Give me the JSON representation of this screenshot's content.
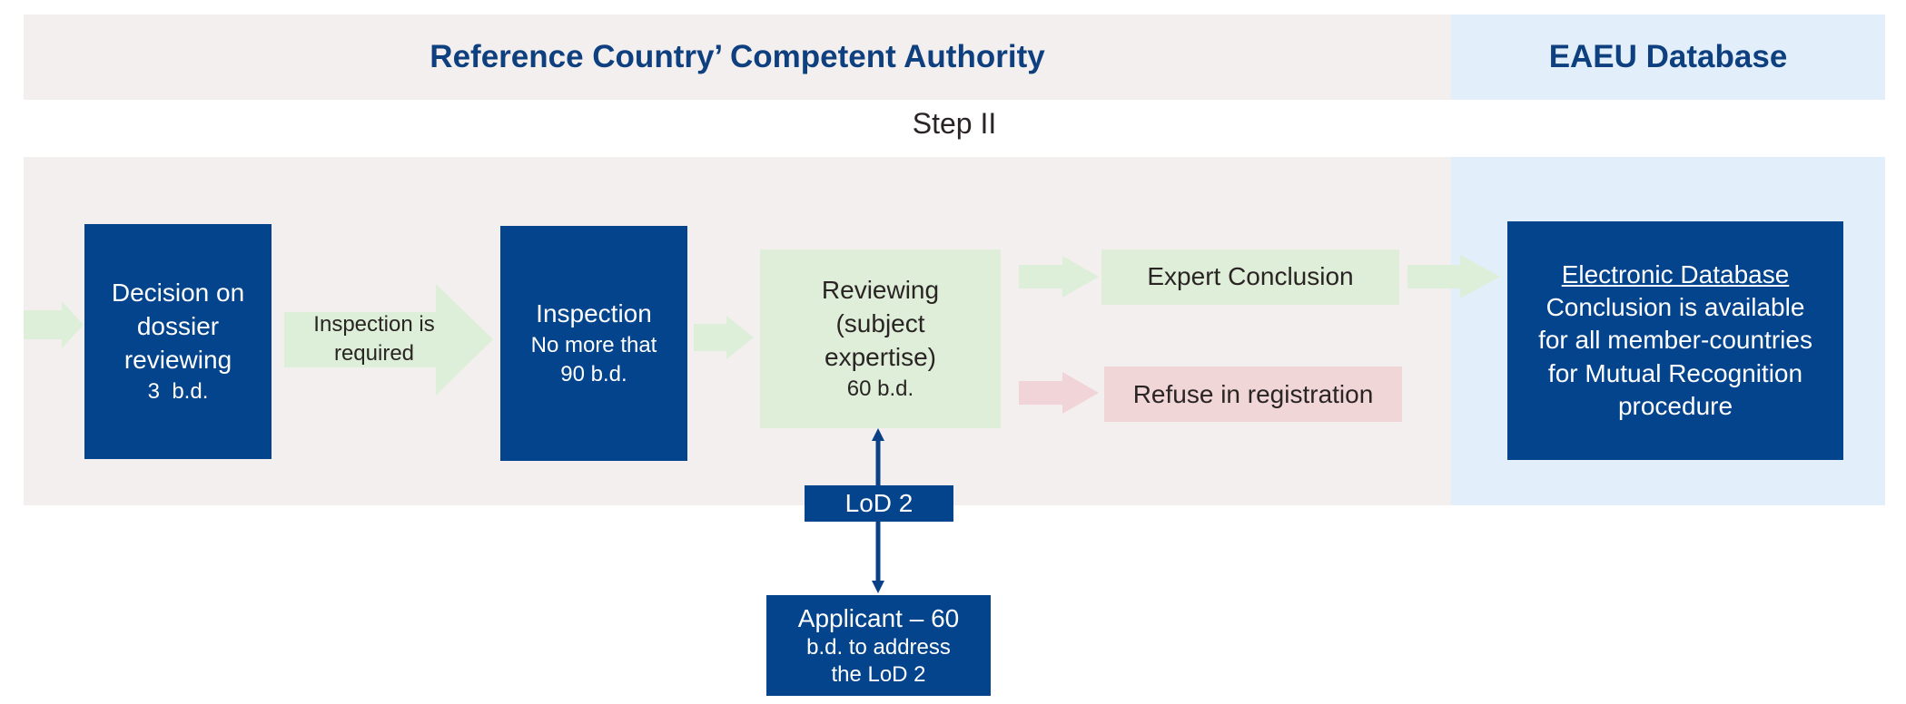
{
  "header": {
    "left_title": "Reference Country’ Competent Authority",
    "right_title": "EAEU Database"
  },
  "step_label": "Step II",
  "boxes": {
    "decision": {
      "lines": [
        "Decision on",
        "dossier",
        "reviewing"
      ],
      "duration": "3  b.d."
    },
    "inspection_required": {
      "lines": [
        "Inspection is",
        "required"
      ]
    },
    "inspection": {
      "title": "Inspection",
      "lines": [
        "No more that",
        "90 b.d."
      ]
    },
    "reviewing": {
      "lines": [
        "Reviewing",
        "(subject",
        "expertise)"
      ],
      "duration": "60 b.d."
    },
    "expert_conclusion": {
      "label": "Expert Conclusion"
    },
    "refuse": {
      "label": "Refuse in registration"
    },
    "electronic_db": {
      "title": "Electronic Database",
      "lines": [
        "Conclusion is available",
        "for all member-countries",
        "for Mutual Recognition",
        "procedure"
      ]
    },
    "lod": {
      "label": "LoD 2"
    },
    "applicant": {
      "lines": [
        "Applicant – 60",
        "b.d. to address",
        "the LoD 2"
      ]
    }
  },
  "colors": {
    "header_text": "#0e3f7e",
    "band_left": "#f4efef",
    "band_right": "#e3eefb",
    "blue_box": "#03448c",
    "green_box": "#deeed9",
    "green_arrow": "#ddefd8",
    "red_box": "#f1d6d8",
    "red_arrow": "#f0d4d7"
  }
}
